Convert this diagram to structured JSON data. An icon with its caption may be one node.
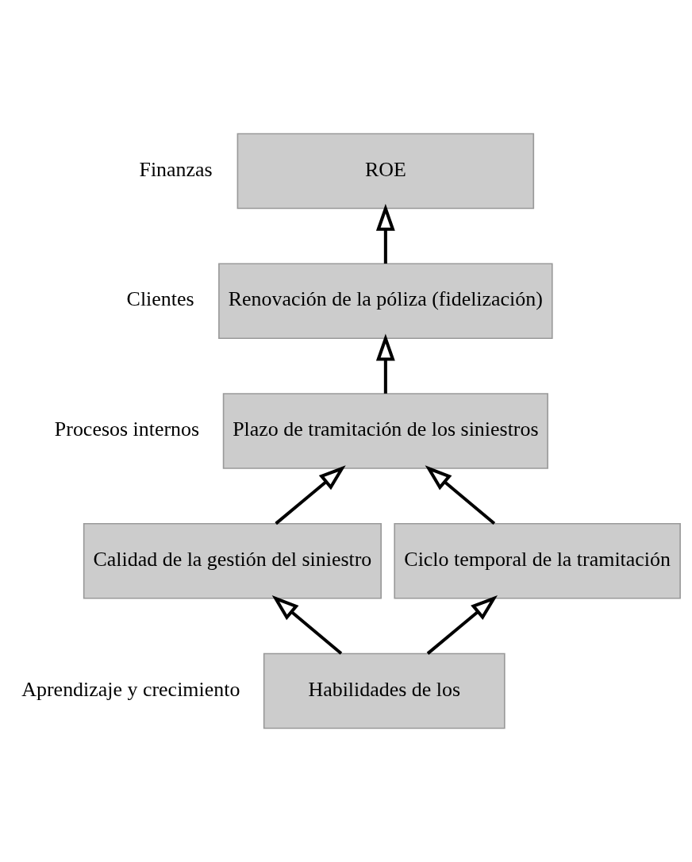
{
  "diagram": {
    "nodes": [
      {
        "text": [
          "ROE"
        ]
      },
      {
        "text": [
          "Renovación de la póliza (fidelización)"
        ]
      },
      {
        "text": [
          "Plazo de tramitación de los siniestros"
        ]
      },
      {
        "text": [
          "Calidad de la gestión del siniestro"
        ]
      },
      {
        "text": [
          "Ciclo temporal de la tramitación"
        ]
      },
      {
        "text": [
          "Habilidades de los"
        ]
      }
    ],
    "edges": [
      {
        "from": 1,
        "to": 0,
        "arrow": "to"
      },
      {
        "from": 2,
        "to": 1,
        "arrow": "to"
      },
      {
        "from": 3,
        "to": 2,
        "arrow": "to"
      },
      {
        "from": 4,
        "to": 2,
        "arrow": "to"
      },
      {
        "from": 5,
        "to": 3,
        "arrow": "to"
      },
      {
        "from": 5,
        "to": 4,
        "arrow": "to"
      }
    ],
    "labels": [
      "Finanzas",
      "Clientes",
      "Procesos internos",
      "Aprendizaje y crecimiento"
    ]
  }
}
